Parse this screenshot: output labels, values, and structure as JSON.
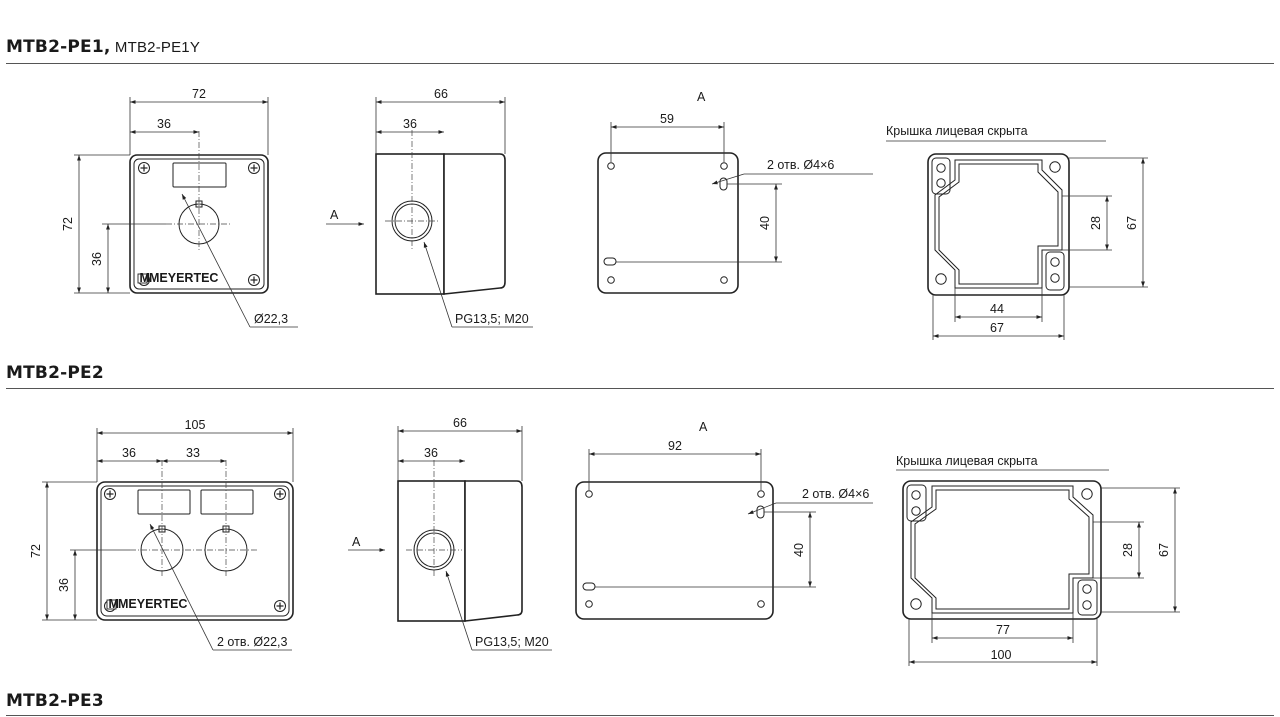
{
  "sections": [
    {
      "model": "MTB2-PE1,",
      "model_alt": " MTB2-PE1Y"
    },
    {
      "model": "MTB2-PE2",
      "model_alt": ""
    },
    {
      "model": "MTB2-PE3",
      "model_alt": ""
    }
  ],
  "labels": {
    "view_a": "A",
    "cover_hidden": "Крышка лицевая скрыта",
    "holes_mount": "2 отв. Ø4×6",
    "hole_single": "Ø22,3",
    "holes_two": "2 отв. Ø22,3",
    "gland": "PG13,5; M20",
    "brand": "MEYERTEC",
    "brand_mark": "M"
  },
  "dims": {
    "pe1": {
      "width": "72",
      "height": "72",
      "offset_x": "36",
      "offset_y": "36",
      "side_width": "66",
      "side_offset": "36",
      "back_width": "59",
      "back_height": "40",
      "inner_height": "28",
      "outer_height": "67",
      "inner_width": "44",
      "outer_width": "67"
    },
    "pe2": {
      "width": "105",
      "height": "72",
      "offset_x": "36",
      "pitch": "33",
      "offset_y": "36",
      "side_width": "66",
      "side_offset": "36",
      "back_width": "92",
      "back_height": "40",
      "inner_height": "28",
      "outer_height": "67",
      "inner_width": "77",
      "outer_width": "100"
    }
  }
}
